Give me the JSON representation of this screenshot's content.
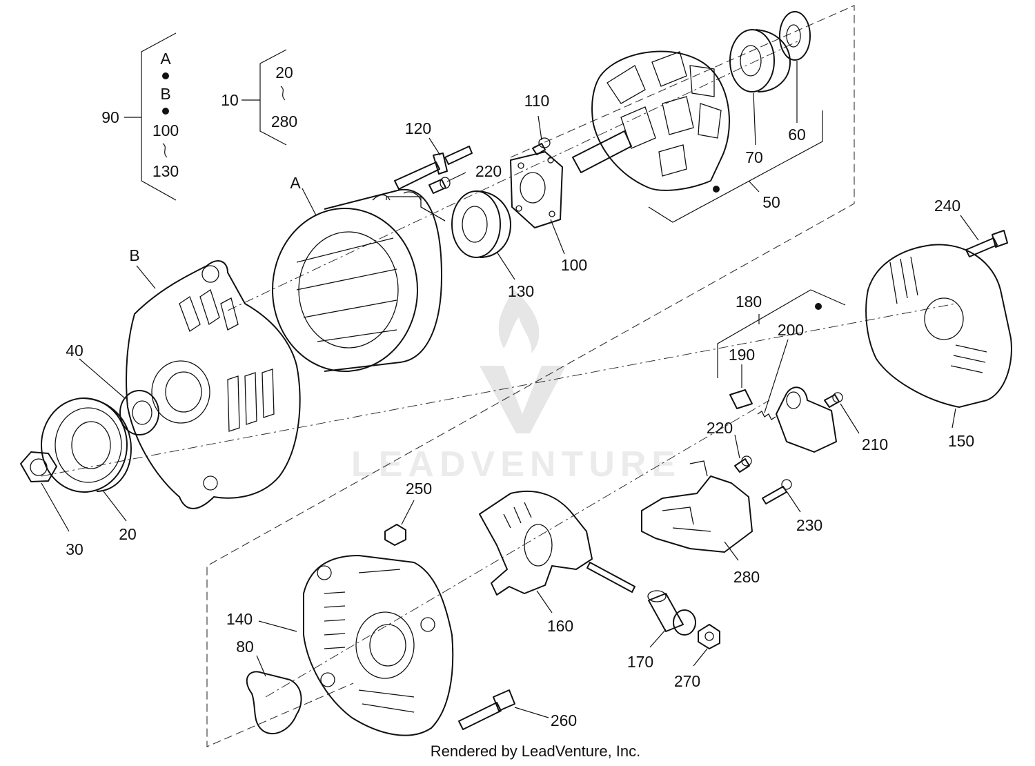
{
  "watermark": {
    "text": "LEADVENTURE"
  },
  "footer": "Rendered by LeadVenture, Inc.",
  "key_groups": {
    "group_90": {
      "label": "90",
      "items": [
        "A",
        "B",
        "100",
        "130"
      ]
    },
    "group_10": {
      "label": "10",
      "items": [
        "20",
        "280"
      ]
    }
  },
  "callouts": {
    "c120": "120",
    "c110": "110",
    "c220a": "220",
    "cA": "A",
    "c100": "100",
    "c130": "130",
    "c70": "70",
    "c60": "60",
    "c50": "50",
    "cB": "B",
    "c40": "40",
    "c30": "30",
    "c20": "20",
    "c240": "240",
    "c180": "180",
    "c190": "190",
    "c200": "200",
    "c210": "210",
    "c150": "150",
    "c220b": "220",
    "c230": "230",
    "c280": "280",
    "c250": "250",
    "c160": "160",
    "c140": "140",
    "c80": "80",
    "c170": "170",
    "c270": "270",
    "c260": "260"
  }
}
